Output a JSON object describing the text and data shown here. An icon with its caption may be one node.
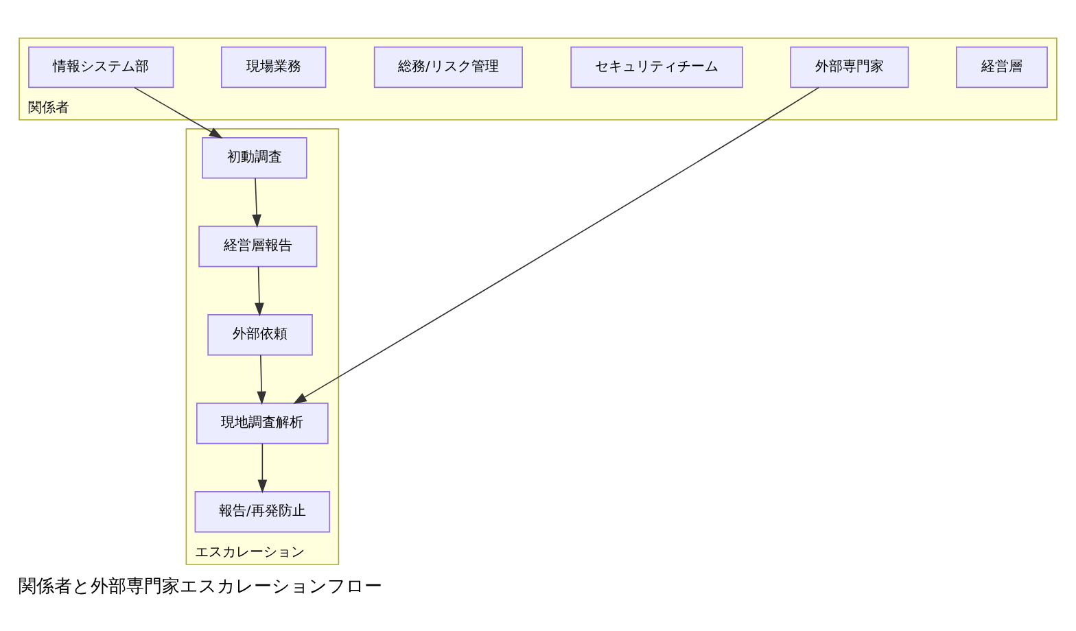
{
  "diagram": {
    "caption": "関係者と外部専門家エスカレーションフロー",
    "nodes": [
      {
        "text": [
          "関係者"
        ]
      },
      {
        "text": [
          "経営層"
        ],
        "in": 0
      },
      {
        "text": [
          "情報システム部"
        ],
        "in": 0
      },
      {
        "text": [
          "セキュリティチーム"
        ],
        "in": 0
      },
      {
        "text": [
          "総務/リスク管理"
        ],
        "in": 0
      },
      {
        "text": [
          "現場業務"
        ],
        "in": 0
      },
      {
        "text": [
          "外部専門家"
        ],
        "in": 0
      },
      {
        "text": [
          "エスカレーション"
        ]
      },
      {
        "text": [
          "初動調査"
        ],
        "in": 7
      },
      {
        "text": [
          "経営層報告"
        ],
        "in": 7
      },
      {
        "text": [
          "外部依頼"
        ],
        "in": 7
      },
      {
        "text": [
          "現地調査解析"
        ],
        "in": 7
      },
      {
        "text": [
          "報告/再発防止"
        ],
        "in": 7
      }
    ],
    "edges": [
      {
        "from": 2,
        "to": 8,
        "arrow": "to"
      },
      {
        "from": 8,
        "to": 9,
        "arrow": "to"
      },
      {
        "from": 9,
        "to": 10,
        "arrow": "to"
      },
      {
        "from": 10,
        "to": 11,
        "arrow": "to"
      },
      {
        "from": 6,
        "to": 11,
        "arrow": "to"
      },
      {
        "from": 11,
        "to": 12,
        "arrow": "to"
      }
    ]
  }
}
